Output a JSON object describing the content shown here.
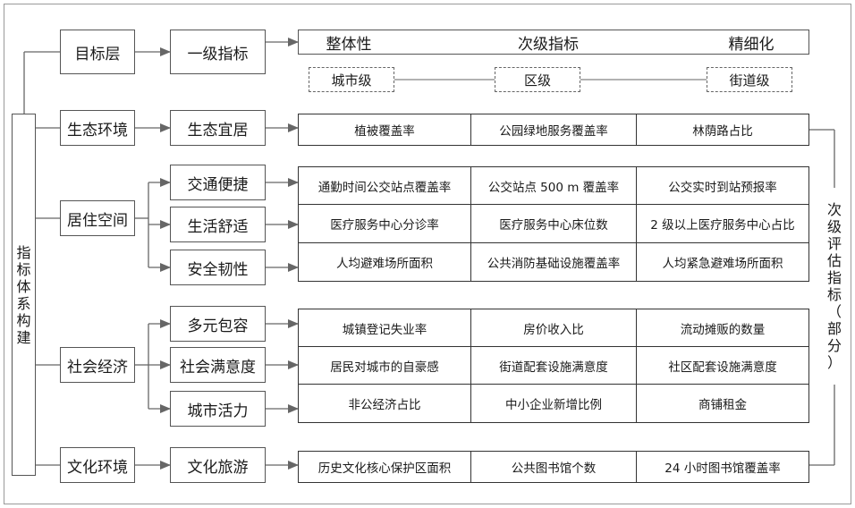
{
  "root_label": "指标体系构建",
  "right_label": "次级评估指标（部分）",
  "target": {
    "level": "目标层",
    "first": "一级指标",
    "scale_left": "整体性",
    "scale_mid": "次级指标",
    "scale_right": "精细化",
    "tiers": [
      "城市级",
      "区级",
      "街道级"
    ]
  },
  "groups": [
    {
      "name": "生态环境",
      "subs": [
        {
          "name": "生态宜居",
          "items": [
            "植被覆盖率",
            "公园绿地服务覆盖率",
            "林荫路占比"
          ]
        }
      ]
    },
    {
      "name": "居住空间",
      "subs": [
        {
          "name": "交通便捷",
          "items": [
            "通勤时间公交站点覆盖率",
            "公交站点 500 m 覆盖率",
            "公交实时到站预报率"
          ]
        },
        {
          "name": "生活舒适",
          "items": [
            "医疗服务中心分诊率",
            "医疗服务中心床位数",
            "2 级以上医疗服务中心占比"
          ]
        },
        {
          "name": "安全韧性",
          "items": [
            "人均避难场所面积",
            "公共消防基础设施覆盖率",
            "人均紧急避难场所面积"
          ]
        }
      ]
    },
    {
      "name": "社会经济",
      "subs": [
        {
          "name": "多元包容",
          "items": [
            "城镇登记失业率",
            "房价收入比",
            "流动摊贩的数量"
          ]
        },
        {
          "name": "社会满意度",
          "items": [
            "居民对城市的自豪感",
            "街道配套设施满意度",
            "社区配套设施满意度"
          ]
        },
        {
          "name": "城市活力",
          "items": [
            "非公经济占比",
            "中小企业新增比例",
            "商铺租金"
          ]
        }
      ]
    },
    {
      "name": "文化环境",
      "subs": [
        {
          "name": "文化旅游",
          "items": [
            "历史文化核心保护区面积",
            "公共图书馆个数",
            "24 小时图书馆覆盖率"
          ]
        }
      ]
    }
  ],
  "colors": {
    "arrow_red": "#e02020",
    "line": "#666666",
    "border": "#333333"
  }
}
